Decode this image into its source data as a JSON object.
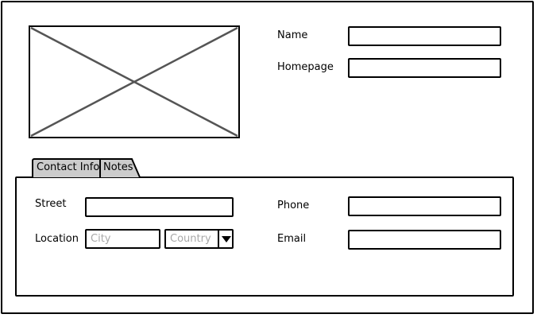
{
  "header": {
    "name_label": "Name",
    "homepage_label": "Homepage",
    "name_value": "",
    "homepage_value": ""
  },
  "image": {
    "icon": "image-placeholder-icon"
  },
  "tabs": [
    {
      "label": "Contact Info",
      "selected": true
    },
    {
      "label": "Notes",
      "selected": false
    }
  ],
  "contact": {
    "street_label": "Street",
    "street_value": "",
    "location_label": "Location",
    "city_placeholder": "City",
    "city_value": "",
    "country_placeholder": "Country",
    "phone_label": "Phone",
    "phone_value": "",
    "email_label": "Email",
    "email_value": ""
  },
  "colors": {
    "tab_background": "#cccccc",
    "placeholder_text": "#a8a8a8",
    "border": "#000000"
  }
}
